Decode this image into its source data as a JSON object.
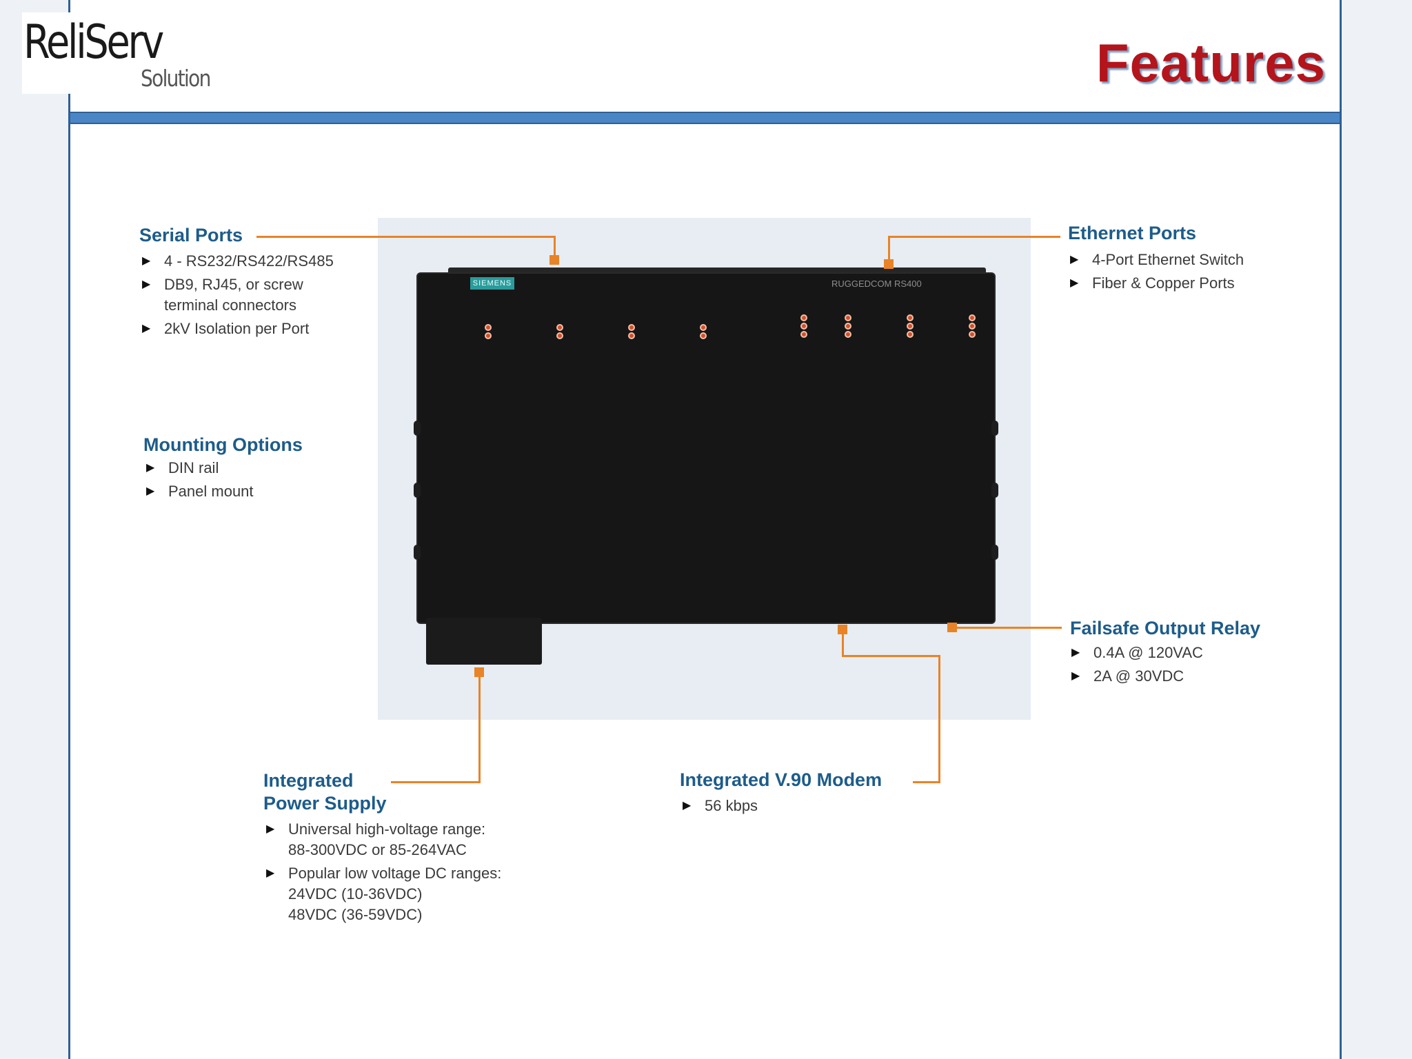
{
  "logo": {
    "main": "ReliServ",
    "sub": "Solution"
  },
  "title": "Features",
  "device": {
    "brand_badge": "SIEMENS",
    "model": "RUGGEDCOM RS400"
  },
  "callouts": {
    "serial_ports": {
      "title": "Serial Ports",
      "bullets": [
        "4 - RS232/RS422/RS485",
        "DB9, RJ45, or screw",
        "terminal connectors",
        "2kV Isolation per Port"
      ]
    },
    "ethernet_ports": {
      "title": "Ethernet Ports",
      "bullets": [
        "4-Port Ethernet Switch",
        "Fiber & Copper Ports"
      ]
    },
    "mounting_options": {
      "title": "Mounting Options",
      "bullets": [
        "DIN rail",
        "Panel mount"
      ]
    },
    "failsafe_relay": {
      "title": "Failsafe Output Relay",
      "bullets": [
        "0.4A @ 120VAC",
        "2A @ 30VDC"
      ]
    },
    "power_supply": {
      "title_line1": "Integrated",
      "title_line2": "Power Supply",
      "bullets": [
        "Universal high-voltage range:",
        "88-300VDC or 85-264VAC",
        "Popular low voltage DC ranges:",
        "24VDC (10-36VDC)",
        "48VDC (36-59VDC)"
      ]
    },
    "modem": {
      "title": "Integrated V.90 Modem",
      "bullets": [
        "56 kbps"
      ]
    }
  }
}
